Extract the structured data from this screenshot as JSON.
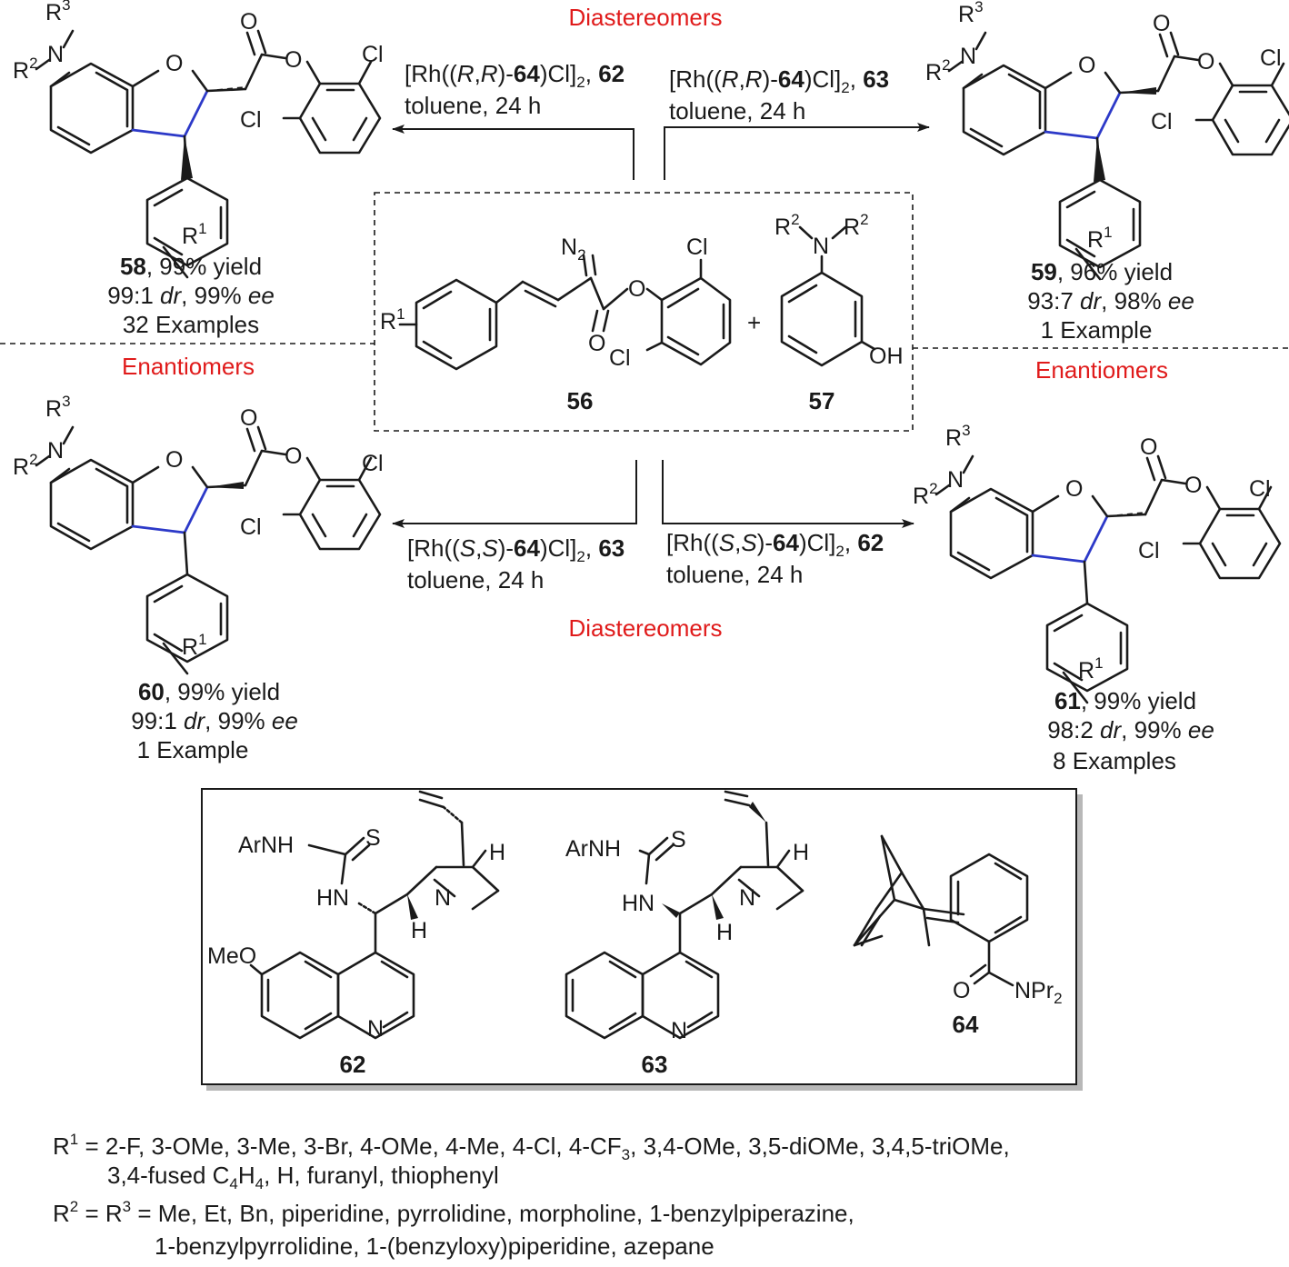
{
  "labels": {
    "diastereomers": "Diastereomers",
    "enantiomers": "Enantiomers",
    "plus": "+",
    "toluene": "toluene, 24 h",
    "rh_open": "[Rh((",
    "rh_mid": ")-",
    "rh_cl": ")Cl]",
    "sub2": "2",
    "comma_space": ", ",
    "rr_R": "R",
    "rr_S": "S",
    "comma": ",",
    "cmpd_56": "56",
    "cmpd_57": "57"
  },
  "conditions": {
    "top_left": {
      "cfg1": "R",
      "cfg2": "R",
      "ligand": "64",
      "catalyst": "62"
    },
    "top_right": {
      "cfg1": "R",
      "cfg2": "R",
      "ligand": "64",
      "catalyst": "63"
    },
    "bottom_left": {
      "cfg1": "S",
      "cfg2": "S",
      "ligand": "64",
      "catalyst": "63"
    },
    "bottom_right": {
      "cfg1": "S",
      "cfg2": "S",
      "ligand": "64",
      "catalyst": "62"
    }
  },
  "products": {
    "p58": {
      "id": "58",
      "yield": ", 99% yield",
      "dr": "99:1 ",
      "dr_word": "dr",
      "ee": ", 99% ",
      "ee_word": "ee",
      "examples": "32 Examples"
    },
    "p59": {
      "id": "59",
      "yield": ", 96% yield",
      "dr": "93:7 ",
      "dr_word": "dr",
      "ee": ", 98% ",
      "ee_word": "ee",
      "examples": "1 Example"
    },
    "p60": {
      "id": "60",
      "yield": ", 99% yield",
      "dr": "99:1 ",
      "dr_word": "dr",
      "ee": ", 99% ",
      "ee_word": "ee",
      "examples": "1 Example"
    },
    "p61": {
      "id": "61",
      "yield": ", 99% yield",
      "dr": "98:2 ",
      "dr_word": "dr",
      "ee": ", 99% ",
      "ee_word": "ee",
      "examples": "8 Examples"
    }
  },
  "atoms": {
    "R": "R",
    "sup1": "1",
    "sup2": "2",
    "sup3": "3",
    "N": "N",
    "O": "O",
    "Cl": "Cl",
    "OH": "OH",
    "N2": "N",
    "N2sub": "2",
    "S": "S",
    "H": "H",
    "ArNH": "ArNH",
    "HN": "HN",
    "MeO": "MeO",
    "NPr": "NPr",
    "Pr2sub": "2"
  },
  "catalysts": {
    "c62": "62",
    "c63": "63",
    "c64": "64"
  },
  "footnotes": {
    "r1_head": "R",
    "r1_sup": "1",
    "r1_line1": " = 2-F,  3-OMe, 3-Me, 3-Br, 4-OMe, 4-Me, 4-Cl, 4-CF",
    "r1_cf3_sub": "3",
    "r1_line1_tail": ", 3,4-OMe, 3,5-diOMe, 3,4,5-triOMe,",
    "r1_line2_a": "3,4-fused C",
    "r1_c4_sub": "4",
    "r1_line2_b": "H",
    "r1_h4_sub": "4",
    "r1_line2_c": ", H, furanyl, thiophenyl",
    "r2_head": "R",
    "r2_sup": "2",
    "r2_eq": " = R",
    "r3_sup": "3",
    "r2_line1": " = Me, Et, Bn, piperidine, pyrrolidine, morpholine, 1-benzylpiperazine,",
    "r2_line2": "1-benzylpyrrolidine, 1-(benzyloxy)piperidine, azepane"
  }
}
